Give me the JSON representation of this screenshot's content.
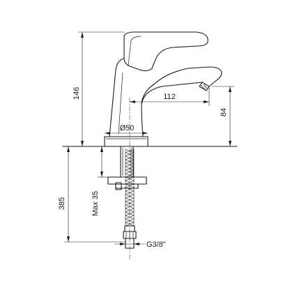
{
  "dimensions": {
    "spout_height": "146",
    "spout_reach": "112",
    "spout_clearance": "84",
    "base_diameter": "Ø50",
    "hose_length": "385",
    "max_deck_thickness": "Max 35",
    "connection_thread": "G3/8\""
  }
}
